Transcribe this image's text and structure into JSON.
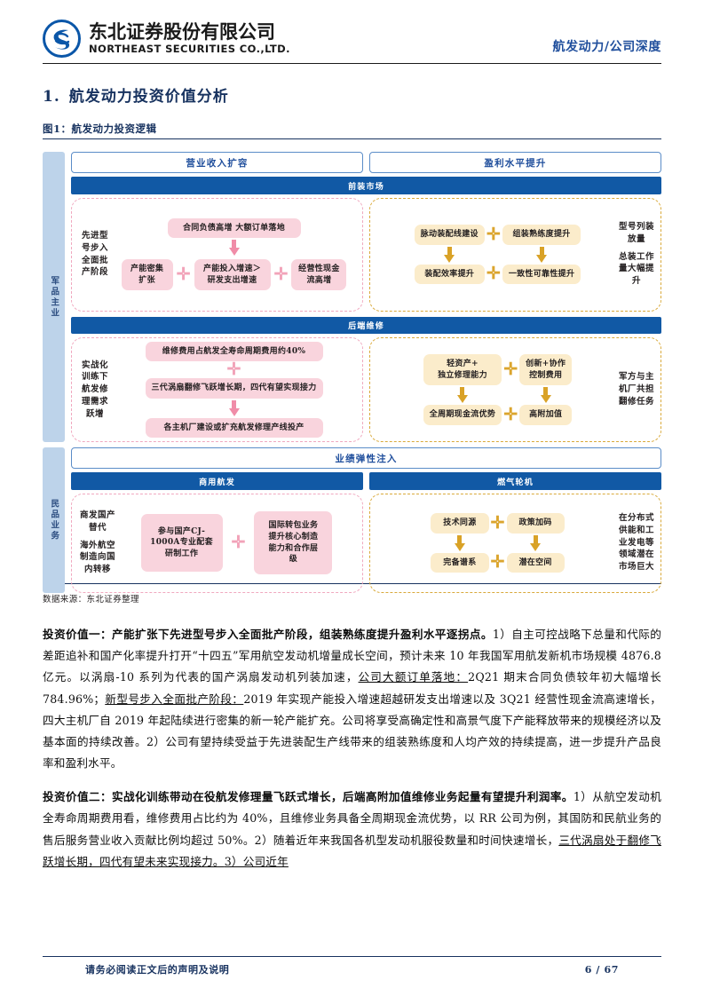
{
  "header": {
    "company_cn": "东北证券股份有限公司",
    "company_en": "NORTHEAST SECURITIES CO.,LTD.",
    "right_tag": "航发动力/公司深度",
    "logo_icon": "northeast-securities-logo-icon"
  },
  "section": {
    "number": "1.",
    "title": "航发动力投资价值分析"
  },
  "figure": {
    "caption": "图1：航发动力投资逻辑",
    "source": "数据来源：东北证券整理"
  },
  "diagram": {
    "top_caps": [
      "营业收入扩容",
      "盈利水平提升"
    ],
    "military": {
      "side_label": "军品主业",
      "front_market": {
        "bar": "前装市场",
        "left": {
          "vertical_label": "先进型号步入全面批产阶段",
          "banner": "合同负债高增 大额订单落地",
          "chips": [
            "产能密集扩张",
            "产能投入增速＞研发支出增速",
            "经营性现金流高增"
          ],
          "chip_lines": [
            [
              "产能",
              "密集扩张"
            ],
            [
              "产能投入增速",
              "＞",
              "研发支出增速"
            ],
            [
              "经营性现金流",
              "高增"
            ]
          ],
          "plus": "✛"
        },
        "right": {
          "top_left": "脉动装配线建设",
          "top_right": "组装熟练度提升",
          "bottom_left": "装配效率提升",
          "bottom_right": "一致性可靠性提升",
          "vertical_label": "型号列装放量 总装工作量大幅提升",
          "vertical_label_a": "型号列装放量",
          "vertical_label_b": "总装工作量大幅提升"
        }
      },
      "aftermarket": {
        "bar": "后端维修",
        "left": {
          "vertical_label": "实战化训练下航发修理需求跃增",
          "chips": [
            "维修费用占航发全寿命周期费用约40%",
            "三代涡扇翻修飞跃增长期，四代有望实现接力",
            "各主机厂建设或扩充航发修理产线投产"
          ]
        },
        "right": {
          "top_left": "轻资产+独立修理能力",
          "top_left_lines": [
            "轻资产+",
            "独立修理能力"
          ],
          "top_right": "创新+协作控制费用",
          "top_right_lines": [
            "创新+协作",
            "控制费用"
          ],
          "bottom_left": "全周期现金流优势",
          "bottom_right": "高附加值",
          "vertical_label": "军方与主机厂共担翻修任务"
        }
      }
    },
    "civil": {
      "side_label": "民品业务",
      "cap": "业绩弹性注入",
      "bars": [
        "商用航发",
        "燃气轮机"
      ],
      "commercial": {
        "vertical_label_a": "商发国产替代",
        "vertical_label_b": "海外航空制造向国内转移",
        "chip_left": "参与国产CJ-1000A专业配套研制工作",
        "chip_left_lines": [
          "参与国产CJ-",
          "1000A专业配套",
          "研制工作"
        ],
        "chip_right": "国际转包业务提升核心制造能力和合作层级",
        "chip_right_lines": [
          "国际转包业务",
          "提升核心制造",
          "能力和合作层",
          "级"
        ]
      },
      "gas_turbine": {
        "top_left": "技术同源",
        "top_right": "政策加码",
        "bottom_left": "完备谱系",
        "bottom_right": "潜在空间",
        "vertical_label": "在分布式供能和工业发电等领域潜在市场巨大"
      }
    },
    "colors": {
      "blue_bar": "#1159a5",
      "side_tab": "#bdd3ea",
      "pink_chip": "#f9d4dd",
      "gold_chip": "#fbeccb",
      "pink_border": "#f0a8bf",
      "gold_border": "#d9a93a",
      "heading_blue": "#17325f"
    }
  },
  "body": {
    "para1_lead": "投资价值一：产能扩张下先进型号步入全面批产阶段，组装熟练度提升盈利水平逐拐点。",
    "para1_rest_a": "1）自主可控战略下总量和代际的差距追补和国产化率提升打开“十四五”军用航空发动机增量成长空间，预计未来 10 年我国军用航发新机市场规模 4876.8 亿元。以涡扇-10 系列为代表的国产涡扇发动机列装加速，",
    "para1_u1": "公司大额订单落地：",
    "para1_rest_b": "2Q21 期末合同负债较年初大幅增长 784.96%；",
    "para1_u2": "新型号步入全面批产阶段：",
    "para1_rest_c": "2019 年实现产能投入增速超越研发支出增速以及 3Q21 经营性现金流高速增长，四大主机厂自 2019 年起陆续进行密集的新一轮产能扩充。公司将享受高确定性和高景气度下产能释放带来的规模经济以及基本面的持续改善。2）公司有望持续受益于先进装配生产线带来的组装熟练度和人均产效的持续提高，进一步提升产品良率和盈利水平。",
    "para2_lead": "投资价值二：实战化训练带动在役航发修理量飞跃式增长，后端高附加值维修业务起量有望提升利润率。",
    "para2_rest_a": "1）从航空发动机全寿命周期费用看，维修费用占比约为 40%，且维修业务具备全周期现金流优势，以 RR 公司为例，其国防和民航业务的售后服务营业收入贡献比例均超过 50%。2）随着近年来我国各机型发动机服役数量和时间快速增长，",
    "para2_u1": "三代涡扇处于翻修飞跃增长期，四代有望未来实现接力。",
    "para2_rest_b": "3）公司近年"
  },
  "footer": {
    "note": "请务必阅读正文后的声明及说明",
    "page": "6 / 67"
  }
}
